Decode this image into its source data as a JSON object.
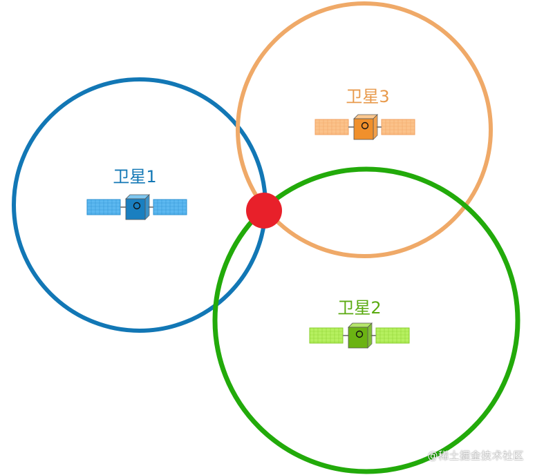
{
  "satellites": [
    {
      "label": "卫星1",
      "color": "#1277b5",
      "icon": "satellite-icon",
      "panel_fill": "#5cb8f0",
      "panel_line": "#2a8fd0",
      "body_fill": "#1a7fc0",
      "body_top": "#7fc7f0"
    },
    {
      "label": "卫星2",
      "color": "#5aaa10",
      "icon": "satellite-icon",
      "panel_fill": "#b6f060",
      "panel_line": "#86cc2a",
      "body_fill": "#6bb313",
      "body_top": "#b5e66b"
    },
    {
      "label": "卫星3",
      "color": "#e89a4c",
      "icon": "satellite-icon",
      "panel_fill": "#fbc28a",
      "panel_line": "#f0a060",
      "body_fill": "#f0902c",
      "body_top": "#fbc890"
    }
  ],
  "circle_colors": {
    "satellite_1": "#1277b5",
    "satellite_2": "#22aa0a",
    "satellite_3": "#efa968"
  },
  "intersection_point": {
    "color": "#e8202a"
  },
  "watermark": "@稀土掘金技术社区"
}
